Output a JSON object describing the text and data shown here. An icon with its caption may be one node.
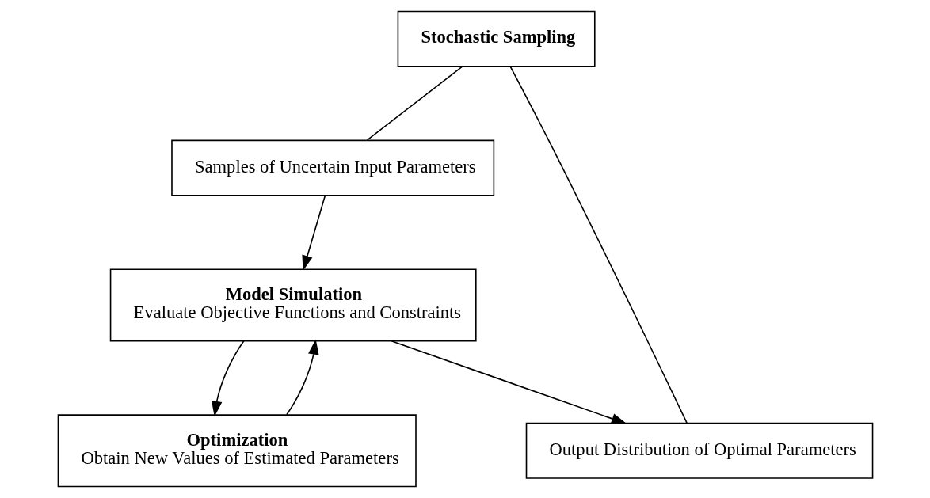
{
  "diagram": {
    "nodes": [
      {
        "text": [
          "Stochastic Sampling"
        ]
      },
      {
        "text": [
          "Samples of Uncertain Input Parameters"
        ]
      },
      {
        "text": [
          "Model Simulation",
          "Evaluate Objective Functions and Constraints"
        ]
      },
      {
        "text": [
          "Optimization",
          "Obtain New Values of Estimated Parameters"
        ]
      },
      {
        "text": [
          "Output Distribution of Optimal Parameters"
        ]
      }
    ],
    "edges": [
      {
        "from": 0,
        "to": 1,
        "arrow": "none"
      },
      {
        "from": 1,
        "to": 2,
        "arrow": "to"
      },
      {
        "from": 2,
        "to": 3,
        "arrow": "to"
      },
      {
        "from": 3,
        "to": 2,
        "arrow": "to"
      },
      {
        "from": 2,
        "to": 4,
        "arrow": "to"
      },
      {
        "from": 4,
        "to": 0,
        "arrow": "none"
      }
    ]
  }
}
